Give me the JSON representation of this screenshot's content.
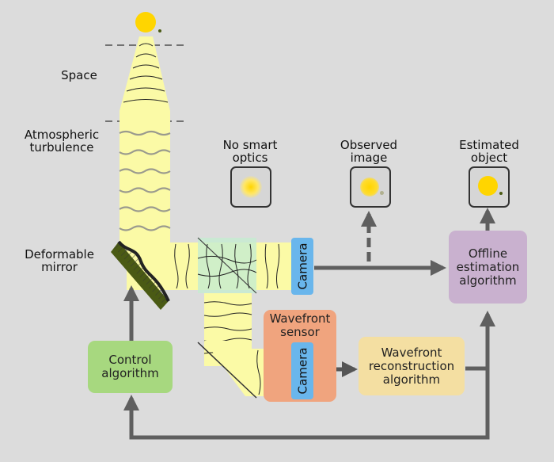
{
  "labels": {
    "space": "Space",
    "atmospheric_turbulence": "Atmospheric\nturbulence",
    "deformable_mirror": "Deformable\nmirror",
    "no_smart_optics": "No smart\noptics",
    "observed_image": "Observed\nimage",
    "estimated_object": "Estimated\nobject"
  },
  "boxes": {
    "offline_estimation": "Offline\nestimation\nalgorithm",
    "wavefront_sensor": "Wavefront\nsensor",
    "wavefront_reconstruction": "Wavefront\nreconstruction\nalgorithm",
    "control_algorithm": "Control\nalgorithm"
  },
  "cameras": {
    "main": "Camera",
    "sensor": "Camera"
  },
  "colors": {
    "background": "#dcdcdc",
    "beam": "#fbfaa6",
    "sun": "#ffd500",
    "arrow": "#5f5f5f",
    "offline_box": "#c9b1cf",
    "sensor_box": "#f0a47e",
    "reconstruction_box": "#f4dfa2",
    "control_box": "#a7d87f",
    "camera": "#69b6ec",
    "mirror": "#4a5a14",
    "beamsplitter": "#c6ecd1"
  }
}
